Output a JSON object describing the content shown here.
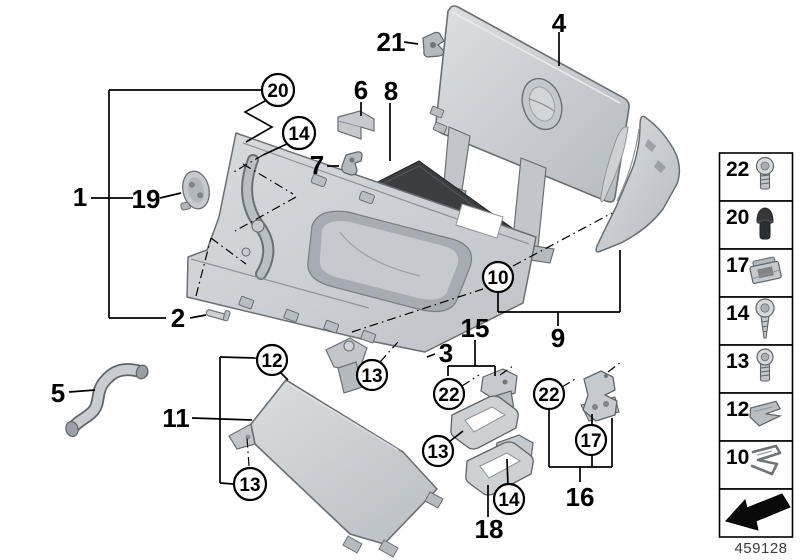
{
  "diagram": {
    "number": "459128",
    "callouts": {
      "c1": "1",
      "c2": "2",
      "c3": "3",
      "c4": "4",
      "c5": "5",
      "c6": "6",
      "c7": "7",
      "c8": "8",
      "c9": "9",
      "c11": "11",
      "c15": "15",
      "c16": "16",
      "c18": "18",
      "c19": "19",
      "c21": "21",
      "b20": "20",
      "b14a": "14",
      "b10": "10",
      "b12": "12",
      "b13a": "13",
      "b13b": "13",
      "b13c": "13",
      "b22a": "22",
      "b22b": "22",
      "b17": "17",
      "b14b": "14"
    },
    "legend": {
      "rows": [
        {
          "label": "22",
          "icon": "torx-screw-icon"
        },
        {
          "label": "20",
          "icon": "rubber-buffer-icon"
        },
        {
          "label": "17",
          "icon": "cage-nut-icon"
        },
        {
          "label": "14",
          "icon": "washer-screw-icon"
        },
        {
          "label": "13",
          "icon": "flange-screw-icon"
        },
        {
          "label": "12",
          "icon": "sheet-metal-clip-icon"
        },
        {
          "label": "10",
          "icon": "spring-clip-icon"
        }
      ],
      "footer_icon": "direction-arrow-icon"
    }
  }
}
